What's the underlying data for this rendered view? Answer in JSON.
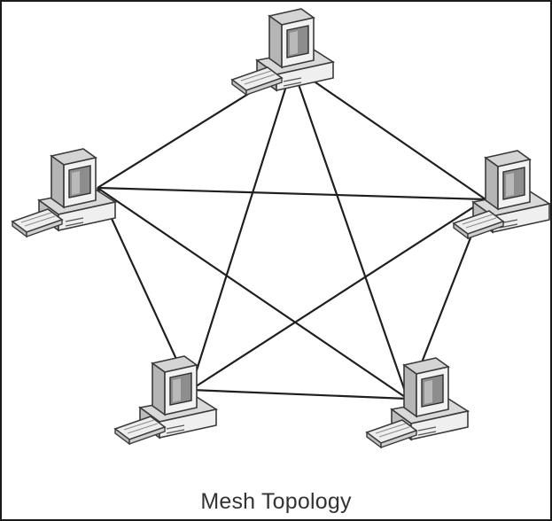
{
  "diagram": {
    "caption": "Mesh Topology",
    "nodes": [
      {
        "id": "computer-top",
        "label": ""
      },
      {
        "id": "computer-left",
        "label": ""
      },
      {
        "id": "computer-right",
        "label": ""
      },
      {
        "id": "computer-bottom-left",
        "label": ""
      },
      {
        "id": "computer-bottom-right",
        "label": ""
      }
    ],
    "links": [
      [
        "computer-top",
        "computer-left"
      ],
      [
        "computer-top",
        "computer-right"
      ],
      [
        "computer-top",
        "computer-bottom-left"
      ],
      [
        "computer-top",
        "computer-bottom-right"
      ],
      [
        "computer-left",
        "computer-right"
      ],
      [
        "computer-left",
        "computer-bottom-left"
      ],
      [
        "computer-left",
        "computer-bottom-right"
      ],
      [
        "computer-right",
        "computer-bottom-left"
      ],
      [
        "computer-right",
        "computer-bottom-right"
      ],
      [
        "computer-bottom-left",
        "computer-bottom-right"
      ]
    ],
    "colors": {
      "line": "#1f1f1f",
      "computer_body": "#e6e6e6",
      "computer_shade": "#9a9a9a",
      "outline": "#3a3a3a"
    }
  }
}
